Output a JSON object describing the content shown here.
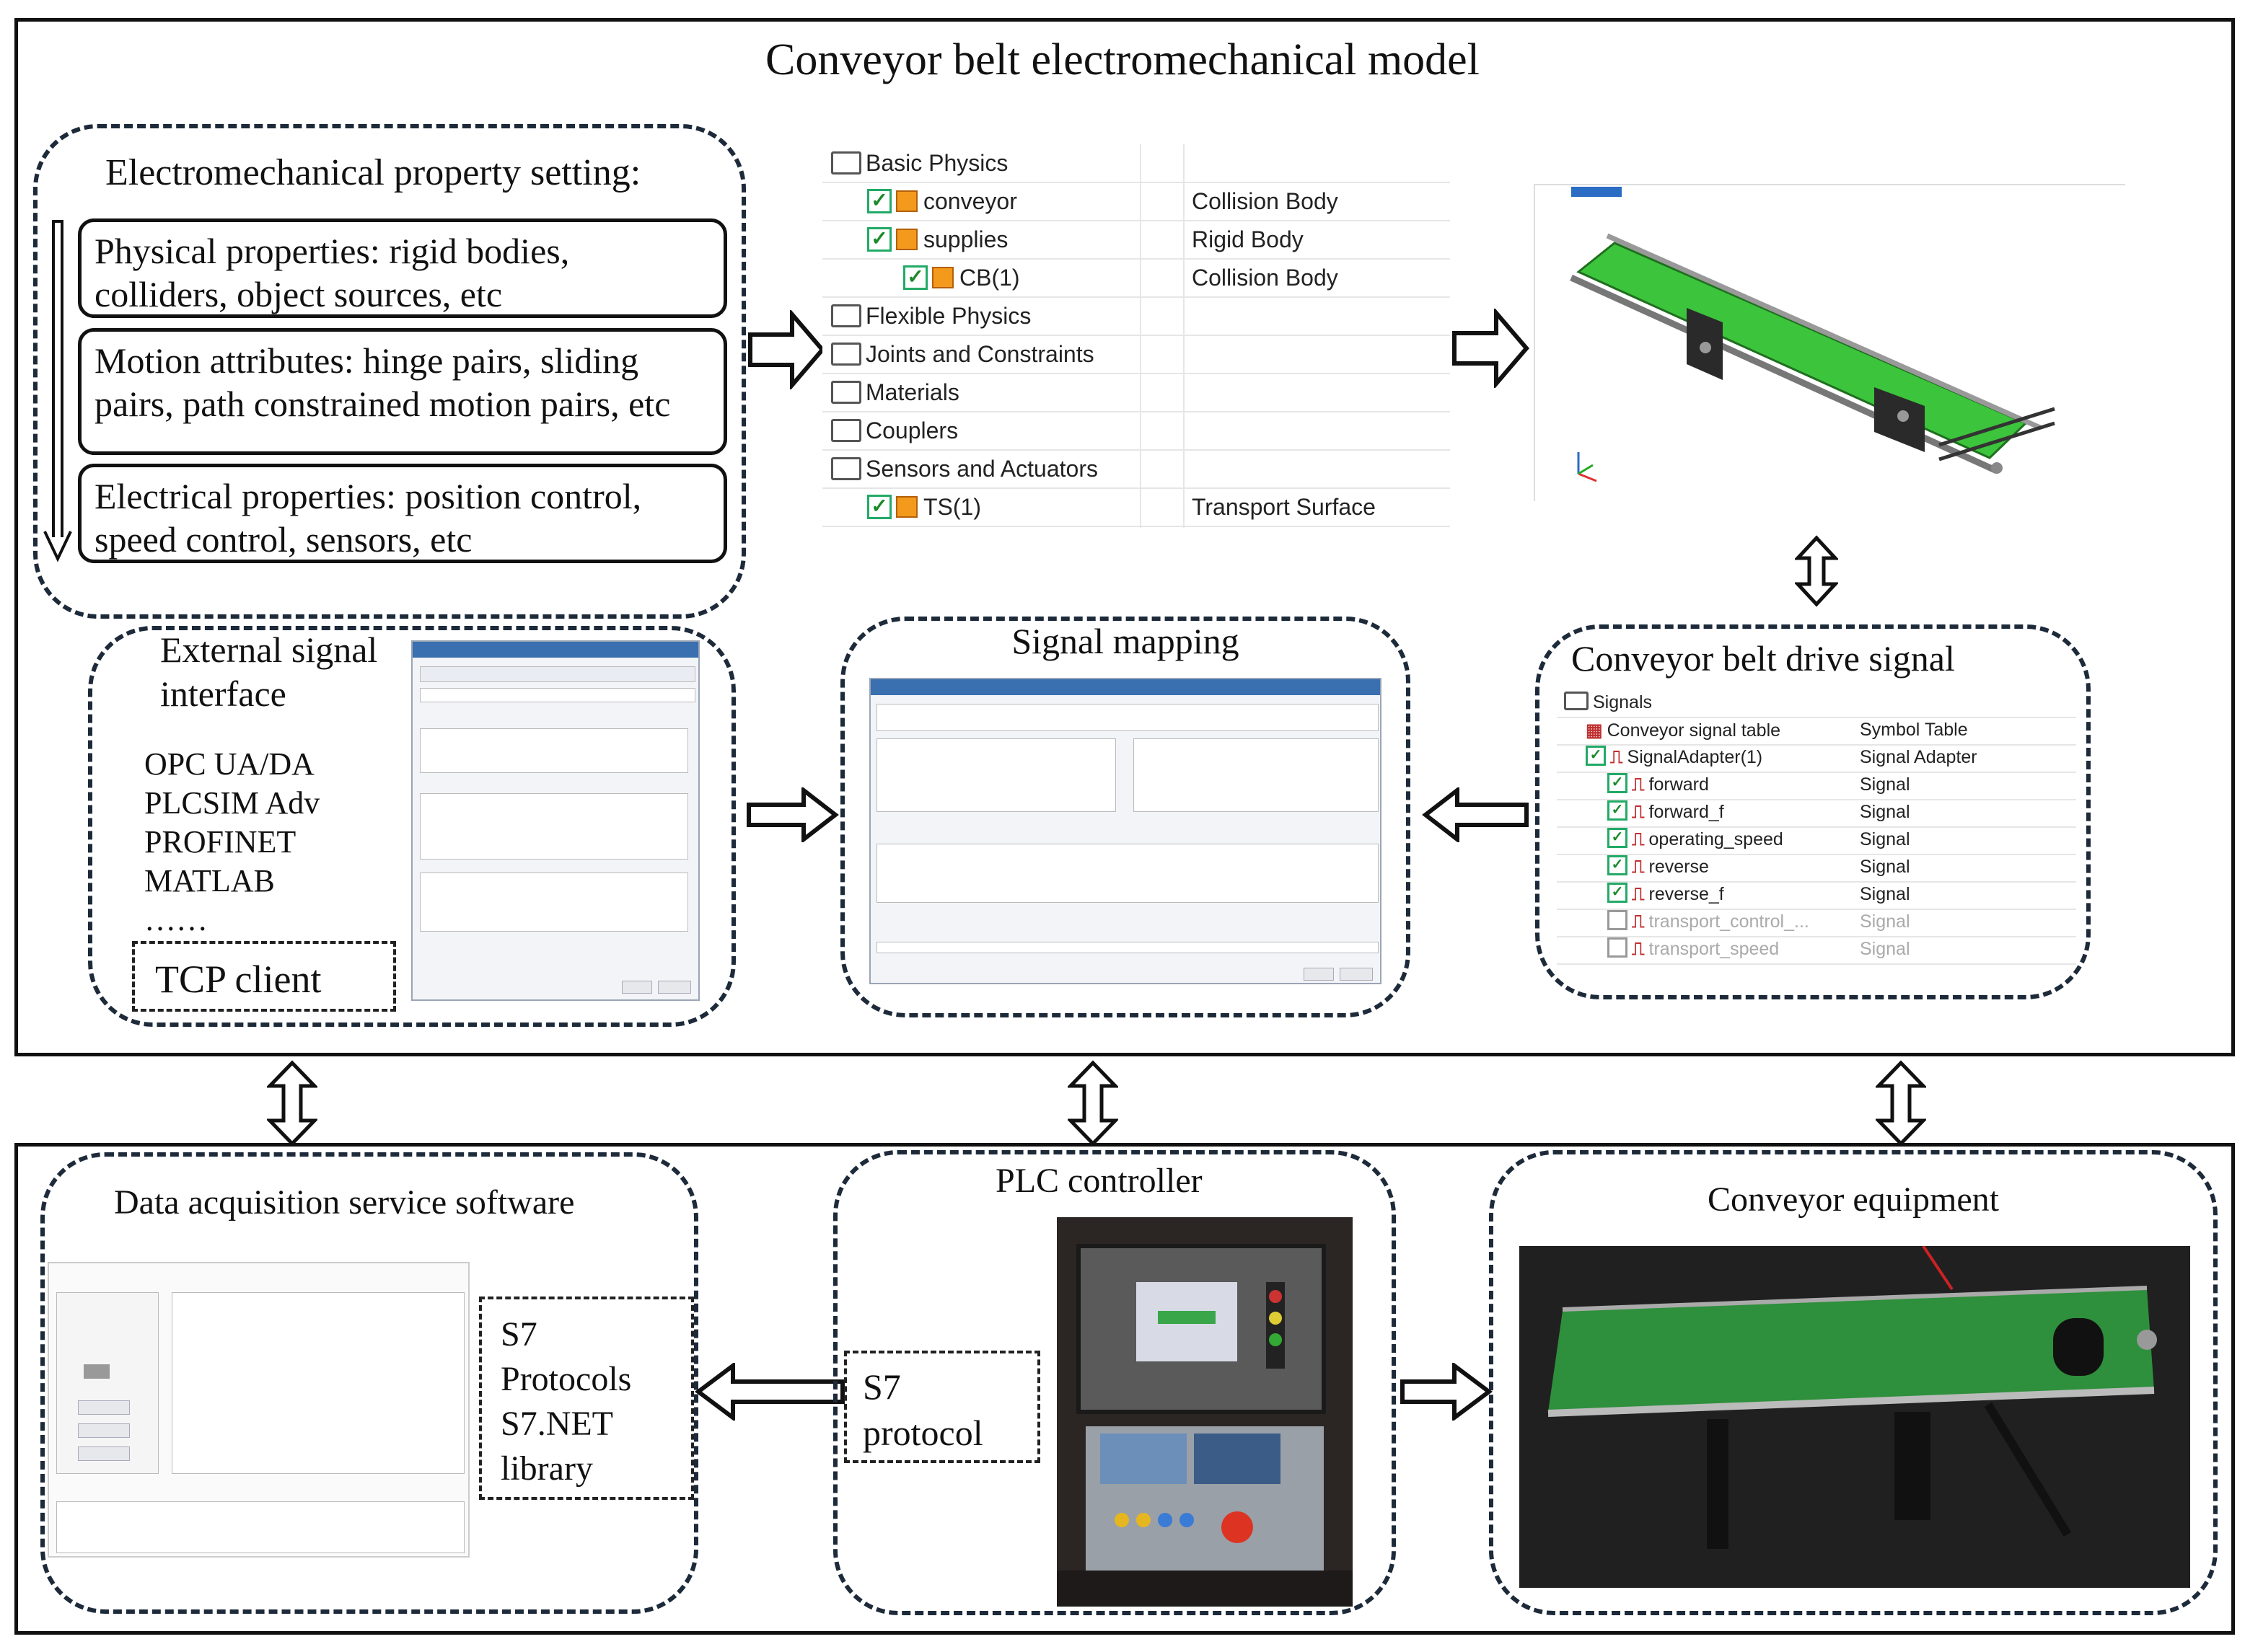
{
  "top_panel": {
    "title": "Conveyor belt electromechanical model",
    "property_setting": {
      "heading": "Electromechanical property setting:",
      "items": [
        "Physical properties: rigid bodies, colliders, object sources, etc",
        "Motion attributes: hinge pairs, sliding pairs, path constrained motion pairs, etc",
        "Electrical properties: position control, speed control, sensors, etc"
      ]
    },
    "physics_tree": {
      "rows": [
        {
          "name": "Basic Physics",
          "type": "",
          "kind": "folder",
          "indent": 0
        },
        {
          "name": "conveyor",
          "type": "Collision Body",
          "kind": "body",
          "indent": 1
        },
        {
          "name": "supplies",
          "type": "Rigid Body",
          "kind": "body",
          "indent": 1
        },
        {
          "name": "CB(1)",
          "type": "Collision Body",
          "kind": "body",
          "indent": 2
        },
        {
          "name": "Flexible Physics",
          "type": "",
          "kind": "folder",
          "indent": 0
        },
        {
          "name": "Joints and Constraints",
          "type": "",
          "kind": "folder",
          "indent": 0
        },
        {
          "name": "Materials",
          "type": "",
          "kind": "folder",
          "indent": 0
        },
        {
          "name": "Couplers",
          "type": "",
          "kind": "folder",
          "indent": 0
        },
        {
          "name": "Sensors and Actuators",
          "type": "",
          "kind": "folder",
          "indent": 0
        },
        {
          "name": "TS(1)",
          "type": "Transport Surface",
          "kind": "surface",
          "indent": 1
        }
      ]
    },
    "external_signal": {
      "title_line1": "External signal",
      "title_line2": "interface",
      "protocols": [
        "OPC UA/DA",
        "PLCSIM Adv",
        "PROFINET",
        "MATLAB",
        "……"
      ],
      "tcp_client": "TCP client"
    },
    "signal_mapping": {
      "title": "Signal mapping"
    },
    "drive_signal": {
      "title": "Conveyor belt drive signal",
      "rows": [
        {
          "name": "Signals",
          "type": "",
          "kind": "folder",
          "dim": false
        },
        {
          "name": "Conveyor signal table",
          "type": "Symbol Table",
          "kind": "table",
          "dim": false
        },
        {
          "name": "SignalAdapter(1)",
          "type": "Signal Adapter",
          "kind": "adapter",
          "dim": false
        },
        {
          "name": "forward",
          "type": "Signal",
          "kind": "signal",
          "dim": false
        },
        {
          "name": "forward_f",
          "type": "Signal",
          "kind": "signal",
          "dim": false
        },
        {
          "name": "operating_speed",
          "type": "Signal",
          "kind": "signal",
          "dim": false
        },
        {
          "name": "reverse",
          "type": "Signal",
          "kind": "signal",
          "dim": false
        },
        {
          "name": "reverse_f",
          "type": "Signal",
          "kind": "signal",
          "dim": false
        },
        {
          "name": "transport_control_...",
          "type": "Signal",
          "kind": "signal",
          "dim": true
        },
        {
          "name": "transport_speed",
          "type": "Signal",
          "kind": "signal",
          "dim": true
        }
      ]
    }
  },
  "bottom_panel": {
    "data_acquisition": {
      "title": "Data acquisition service software",
      "libs": [
        "S7",
        "Protocols",
        "S7.NET",
        "library"
      ]
    },
    "plc": {
      "title": "PLC controller",
      "protocol": [
        "S7",
        "protocol"
      ]
    },
    "conveyor_equipment": {
      "title": "Conveyor equipment"
    }
  },
  "colors": {
    "belt_green": "#3cc43c",
    "frame_dark": "#1d2a3a",
    "signal_red": "#c03030"
  },
  "icons": [
    "folder-icon",
    "checkbox-icon",
    "cube-icon",
    "signal-icon",
    "arrow-right-icon",
    "arrow-left-icon",
    "arrow-updown-icon"
  ]
}
